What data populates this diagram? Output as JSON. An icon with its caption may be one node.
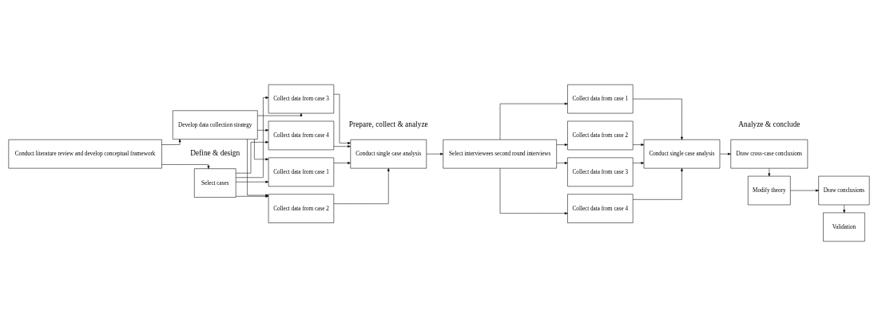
{
  "diagram": {
    "nodes": [
      {
        "text": [
          "Conduct literature review and develop conceptual framework"
        ]
      },
      {
        "text": [
          "Select cases"
        ]
      },
      {
        "text": [
          "Develop data collection strategy"
        ]
      },
      {
        "text": [
          "Collect data from case 1"
        ]
      },
      {
        "text": [
          "Collect data from case 2"
        ]
      },
      {
        "text": [
          "Collect data from case 3"
        ]
      },
      {
        "text": [
          "Collect data from case 4"
        ]
      },
      {
        "text": [
          "Conduct single case analysis"
        ]
      },
      {
        "text": [
          "Select interviewees second round interviews"
        ]
      },
      {
        "text": [
          "Collect data from case 1"
        ]
      },
      {
        "text": [
          "Collect data from case 2"
        ]
      },
      {
        "text": [
          "Collect data from case 3"
        ]
      },
      {
        "text": [
          "Collect data from case 4"
        ]
      },
      {
        "text": [
          "Conduct single case analysis"
        ]
      },
      {
        "text": [
          "Draw cross-case conclusions"
        ]
      },
      {
        "text": [
          "Modify theory"
        ]
      },
      {
        "text": [
          "Validation"
        ]
      },
      {
        "text": [
          "Draw conclusions"
        ]
      }
    ],
    "edges": [
      {
        "from": 0,
        "to": 1,
        "arrow": "to"
      },
      {
        "from": 0,
        "to": 2,
        "arrow": "to"
      },
      {
        "from": 1,
        "to": 3,
        "arrow": "to"
      },
      {
        "from": 1,
        "to": 4,
        "arrow": "to"
      },
      {
        "from": 1,
        "to": 5,
        "arrow": "to"
      },
      {
        "from": 1,
        "to": 6,
        "arrow": "to"
      },
      {
        "from": 2,
        "to": 3,
        "arrow": "to"
      },
      {
        "from": 2,
        "to": 4,
        "arrow": "to"
      },
      {
        "from": 2,
        "to": 5,
        "arrow": "to"
      },
      {
        "from": 2,
        "to": 6,
        "arrow": "to"
      },
      {
        "from": 3,
        "to": 7,
        "arrow": "to"
      },
      {
        "from": 4,
        "to": 7,
        "arrow": "to"
      },
      {
        "from": 5,
        "to": 7,
        "arrow": "to"
      },
      {
        "from": 6,
        "to": 7,
        "arrow": "to"
      },
      {
        "from": 7,
        "to": 8,
        "arrow": "to"
      },
      {
        "from": 8,
        "to": 9,
        "arrow": "to"
      },
      {
        "from": 8,
        "to": 10,
        "arrow": "to"
      },
      {
        "from": 8,
        "to": 11,
        "arrow": "to"
      },
      {
        "from": 8,
        "to": 12,
        "arrow": "to"
      },
      {
        "from": 9,
        "to": 13,
        "arrow": "to"
      },
      {
        "from": 10,
        "to": 13,
        "arrow": "to"
      },
      {
        "from": 11,
        "to": 13,
        "arrow": "to"
      },
      {
        "from": 12,
        "to": 13,
        "arrow": "to"
      },
      {
        "from": 13,
        "to": 14,
        "arrow": "to"
      },
      {
        "from": 14,
        "to": 15,
        "arrow": "to"
      },
      {
        "from": 15,
        "to": 17,
        "arrow": "to"
      },
      {
        "from": 17,
        "to": 16,
        "arrow": "to"
      }
    ],
    "labels": [
      "Define & design",
      "Prepare, collect & analyze",
      "Analyze & conclude"
    ]
  }
}
